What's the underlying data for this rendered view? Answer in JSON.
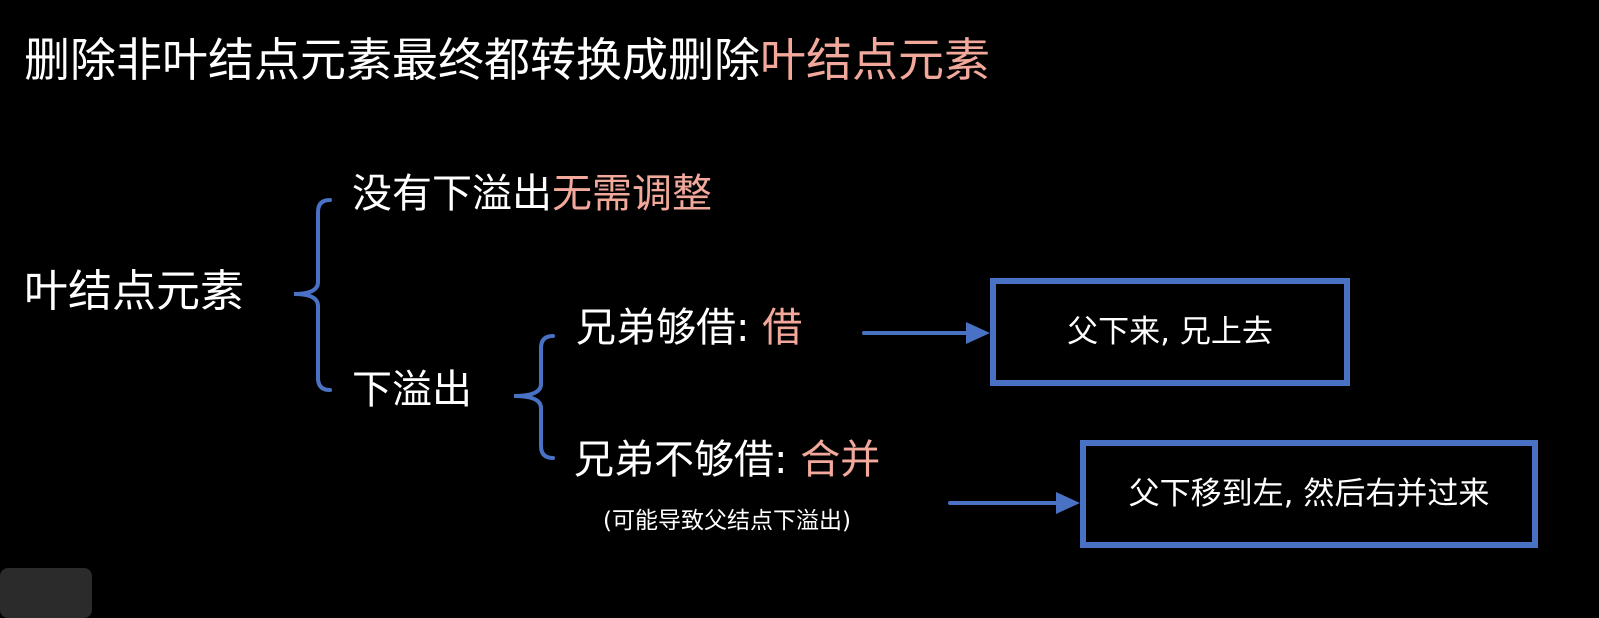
{
  "title": {
    "main": "删除非叶结点元素最终都转换成删除",
    "highlight": "叶结点元素"
  },
  "root": {
    "label": "叶结点元素"
  },
  "no_underflow": {
    "label": "没有下溢出",
    "highlight": "无需调整"
  },
  "underflow": {
    "label": "下溢出"
  },
  "borrow": {
    "label": "兄弟够借: ",
    "highlight": "借",
    "box_text": "父下来, 兄上去"
  },
  "merge": {
    "label": "兄弟不够借: ",
    "highlight": "合并",
    "note": "(可能导致父结点下溢出)",
    "box_text": "父下移到左, 然后右并过来"
  },
  "colors": {
    "highlight": "#f2a99c",
    "accent": "#4a72c4",
    "background": "#000000",
    "text": "#ffffff"
  }
}
